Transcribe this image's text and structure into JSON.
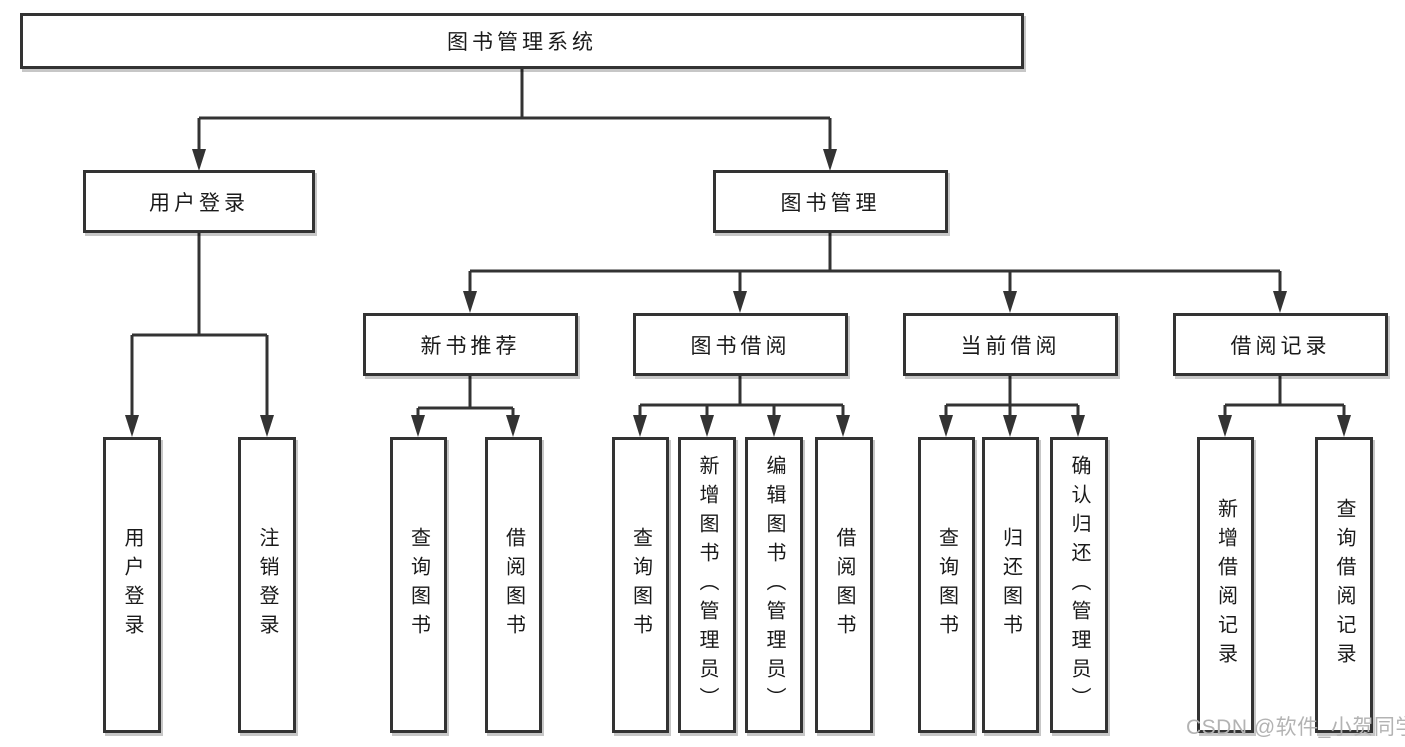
{
  "tree": {
    "root": {
      "label": "图书管理系统",
      "children": [
        {
          "label": "用户登录",
          "children": [
            {
              "label": "用户登录"
            },
            {
              "label": "注销登录"
            }
          ]
        },
        {
          "label": "图书管理",
          "children": [
            {
              "label": "新书推荐",
              "children": [
                {
                  "label": "查询图书"
                },
                {
                  "label": "借阅图书"
                }
              ]
            },
            {
              "label": "图书借阅",
              "children": [
                {
                  "label": "查询图书"
                },
                {
                  "label": "新增图书（管理员）"
                },
                {
                  "label": "编辑图书（管理员）"
                },
                {
                  "label": "借阅图书"
                }
              ]
            },
            {
              "label": "当前借阅",
              "children": [
                {
                  "label": "查询图书"
                },
                {
                  "label": "归还图书"
                },
                {
                  "label": "确认归还（管理员）"
                }
              ]
            },
            {
              "label": "借阅记录",
              "children": [
                {
                  "label": "新增借阅记录"
                },
                {
                  "label": "查询借阅记录"
                }
              ]
            }
          ]
        }
      ]
    }
  },
  "watermark": "CSDN @软件_小贺同学",
  "colors": {
    "line": "#333333",
    "text": "#1a1a1a",
    "background": "#ffffff",
    "watermark": "#b3b3b3"
  }
}
